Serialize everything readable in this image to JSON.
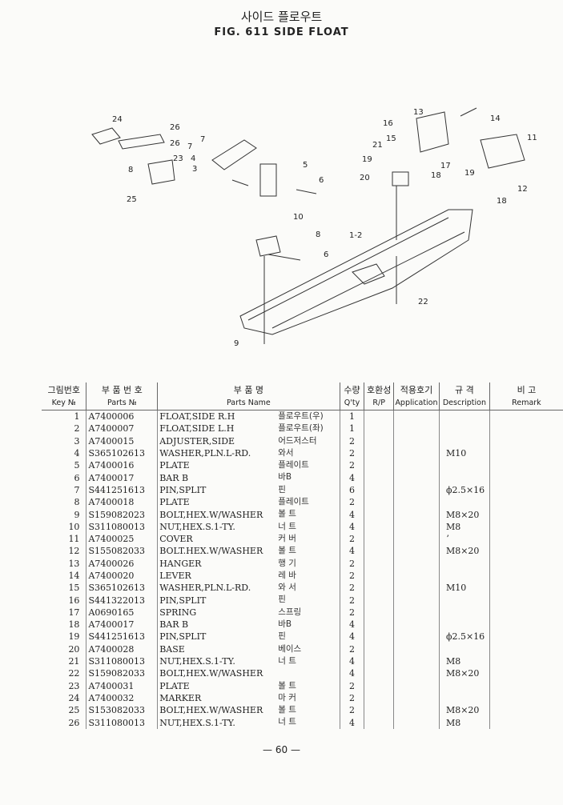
{
  "title_kr": "사이드 플로우트",
  "title_en": "FIG. 611  SIDE  FLOAT",
  "callouts": [
    "24",
    "26",
    "26",
    "7",
    "7",
    "4",
    "23",
    "3",
    "8",
    "5",
    "6",
    "25",
    "10",
    "8",
    "1-2",
    "6",
    "22",
    "9",
    "13",
    "14",
    "16",
    "15",
    "21",
    "19",
    "11",
    "17",
    "19",
    "20",
    "18",
    "12",
    "18"
  ],
  "header": {
    "key_kr": "그림번호",
    "key_en": "Key №",
    "part_kr": "부 품 번 호",
    "part_en": "Parts №",
    "name_kr": "부     품     명",
    "name_en": "Parts   Name",
    "qty_kr": "수량",
    "qty_en": "Q'ty",
    "rp_kr": "호환성",
    "rp_en": "R/P",
    "app_kr": "적용호기",
    "app_en": "Application",
    "desc_kr": "규  격",
    "desc_en": "Description",
    "remark_kr": "비      고",
    "remark_en": "Remark"
  },
  "rows": [
    {
      "key": "1",
      "part": "A7400006",
      "name": "FLOAT,SIDE R.H",
      "kr": "플로우트(우)",
      "qty": "1",
      "desc": ""
    },
    {
      "key": "2",
      "part": "A7400007",
      "name": "FLOAT,SIDE L.H",
      "kr": "플로우트(좌)",
      "qty": "1",
      "desc": ""
    },
    {
      "key": "3",
      "part": "A7400015",
      "name": "ADJUSTER,SIDE",
      "kr": "어드저스터",
      "qty": "2",
      "desc": ""
    },
    {
      "key": "4",
      "part": "S365102613",
      "name": "WASHER,PLN.L-RD.",
      "kr": "와서",
      "qty": "2",
      "desc": "M10"
    },
    {
      "key": "5",
      "part": "A7400016",
      "name": "PLATE",
      "kr": "플레이트",
      "qty": "2",
      "desc": ""
    },
    {
      "key": "6",
      "part": "A7400017",
      "name": "BAR B",
      "kr": "바B",
      "qty": "4",
      "desc": ""
    },
    {
      "key": "7",
      "part": "S441251613",
      "name": "PIN,SPLIT",
      "kr": "핀",
      "qty": "6",
      "desc": "ϕ2.5×16"
    },
    {
      "key": "8",
      "part": "A7400018",
      "name": "PLATE",
      "kr": "플레이트",
      "qty": "2",
      "desc": ""
    },
    {
      "key": "9",
      "part": "S159082023",
      "name": "BOLT,HEX.W/WASHER",
      "kr": "볼  트",
      "qty": "4",
      "desc": "M8×20"
    },
    {
      "key": "10",
      "part": "S311080013",
      "name": "NUT,HEX.S.1-TY.",
      "kr": "너  트",
      "qty": "4",
      "desc": "M8"
    },
    {
      "key": "11",
      "part": "A7400025",
      "name": "COVER",
      "kr": "커  버",
      "qty": "2",
      "desc": "ʼ"
    },
    {
      "key": "12",
      "part": "S155082033",
      "name": "BOLT.HEX.W/WASHER",
      "kr": "볼  트",
      "qty": "4",
      "desc": "M8×20"
    },
    {
      "key": "13",
      "part": "A7400026",
      "name": "HANGER",
      "kr": "행  기",
      "qty": "2",
      "desc": ""
    },
    {
      "key": "14",
      "part": "A7400020",
      "name": "LEVER",
      "kr": "레  바",
      "qty": "2",
      "desc": ""
    },
    {
      "key": "15",
      "part": "S365102613",
      "name": "WASHER,PLN.L-RD.",
      "kr": "와  서",
      "qty": "2",
      "desc": "M10"
    },
    {
      "key": "16",
      "part": "S441322013",
      "name": "PIN,SPLIT",
      "kr": "핀",
      "qty": "2",
      "desc": ""
    },
    {
      "key": "17",
      "part": "A0690165",
      "name": "SPRING",
      "kr": "스프링",
      "qty": "2",
      "desc": ""
    },
    {
      "key": "18",
      "part": "A7400017",
      "name": "BAR B",
      "kr": "바B",
      "qty": "4",
      "desc": ""
    },
    {
      "key": "19",
      "part": "S441251613",
      "name": "PIN,SPLIT",
      "kr": "핀",
      "qty": "4",
      "desc": "ϕ2.5×16"
    },
    {
      "key": "20",
      "part": "A7400028",
      "name": "BASE",
      "kr": "베이스",
      "qty": "2",
      "desc": ""
    },
    {
      "key": "21",
      "part": "S311080013",
      "name": "NUT,HEX.S.1-TY.",
      "kr": "너  트",
      "qty": "4",
      "desc": "M8"
    },
    {
      "key": "22",
      "part": "S159082033",
      "name": "BOLT,HEX.W/WASHER",
      "kr": "",
      "qty": "4",
      "desc": "M8×20"
    },
    {
      "key": "23",
      "part": "A7400031",
      "name": "PLATE",
      "kr": "볼  트",
      "qty": "2",
      "desc": ""
    },
    {
      "key": "24",
      "part": "A7400032",
      "name": "MARKER",
      "kr": "마  커",
      "qty": "2",
      "desc": ""
    },
    {
      "key": "25",
      "part": "S153082033",
      "name": "BOLT,HEX.W/WASHER",
      "kr": "볼  트",
      "qty": "2",
      "desc": "M8×20"
    },
    {
      "key": "26",
      "part": "S311080013",
      "name": "NUT,HEX.S.1-TY.",
      "kr": "너  트",
      "qty": "4",
      "desc": "M8"
    }
  ],
  "page_number": "— 60 —"
}
